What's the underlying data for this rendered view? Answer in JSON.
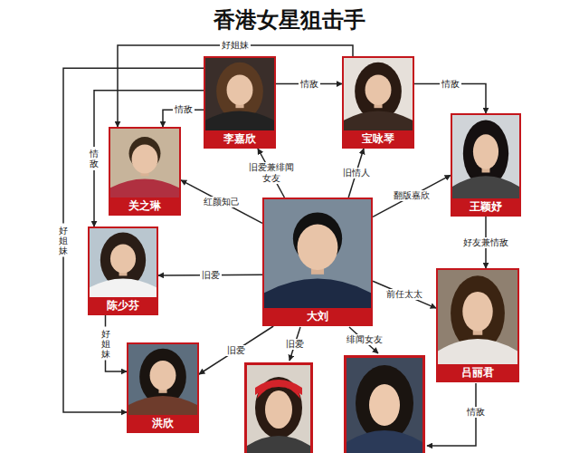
{
  "diagram": {
    "title": "香港女星狙击手",
    "nodes": [
      {
        "text": [
          "李嘉欣"
        ]
      },
      {
        "text": [
          "宝咏琴"
        ]
      },
      {
        "text": [
          "关之琳"
        ]
      },
      {
        "text": [
          "王颖妤"
        ]
      },
      {
        "text": [
          "大刘"
        ]
      },
      {
        "text": [
          "陈少芬"
        ]
      },
      {
        "text": [
          "吕丽君"
        ]
      },
      {
        "text": [
          "洪欣"
        ]
      }
    ],
    "edges": [
      {
        "from": 4,
        "to": 0,
        "label": "旧爱兼绯闻女友",
        "arrow": "to"
      },
      {
        "from": 4,
        "to": 1,
        "label": "旧情人",
        "arrow": "to"
      },
      {
        "from": 4,
        "to": 3,
        "label": "翻版嘉欣",
        "arrow": "to"
      },
      {
        "from": 4,
        "to": 6,
        "label": "前任太太",
        "arrow": "to"
      },
      {
        "from": 4,
        "to": 2,
        "label": "红颜知己",
        "arrow": "to"
      },
      {
        "from": 4,
        "to": 5,
        "label": "旧爱",
        "arrow": "to"
      },
      {
        "from": 4,
        "to": 7,
        "label": "旧爱",
        "arrow": "to"
      },
      {
        "from": 0,
        "to": 1,
        "label": "情敌",
        "arrow": "to"
      },
      {
        "from": 1,
        "to": 3,
        "label": "情敌",
        "arrow": "to"
      },
      {
        "from": 3,
        "to": 6,
        "label": "好友兼情敌",
        "arrow": "to"
      },
      {
        "from": 0,
        "to": 2,
        "label": "情敌",
        "arrow": "to"
      },
      {
        "from": 1,
        "to": 2,
        "label": "好姐妹",
        "arrow": "to"
      },
      {
        "from": 0,
        "to": 7,
        "label": "好姐妹",
        "arrow": "to"
      },
      {
        "from": 0,
        "to": 5,
        "label": "情敌",
        "arrow": "to"
      },
      {
        "from": 5,
        "to": 7,
        "label": "好姐妹",
        "arrow": "to"
      }
    ],
    "labels": [
      "旧爱",
      "绯闻女友",
      "情敌"
    ]
  }
}
